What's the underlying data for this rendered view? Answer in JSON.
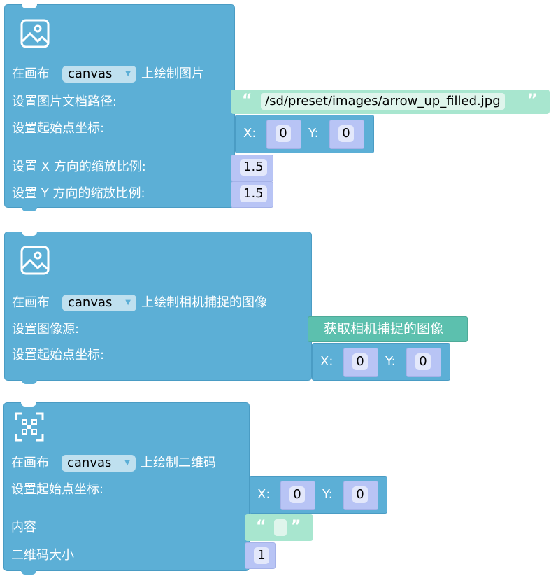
{
  "block1": {
    "icon": "image-icon",
    "prefix": "在画布",
    "canvas": "canvas",
    "suffix": "上绘制图片",
    "path_label": "设置图片文档路径:",
    "path_value": "/sd/preset/images/arrow_up_filled.jpg",
    "start_label": "设置起始点坐标:",
    "x_label": "X:",
    "x_value": "0",
    "y_label": "Y:",
    "y_value": "0",
    "scale_x_label": "设置 X 方向的缩放比例:",
    "scale_x_value": "1.5",
    "scale_y_label": "设置 Y 方向的缩放比例:",
    "scale_y_value": "1.5"
  },
  "block2": {
    "icon": "image-icon",
    "prefix": "在画布",
    "canvas": "canvas",
    "suffix": "上绘制相机捕捉的图像",
    "source_label": "设置图像源:",
    "source_value": "获取相机捕捉的图像",
    "start_label": "设置起始点坐标:",
    "x_label": "X:",
    "x_value": "0",
    "y_label": "Y:",
    "y_value": "0"
  },
  "block3": {
    "icon": "qrcode-icon",
    "prefix": "在画布",
    "canvas": "canvas",
    "suffix": "上绘制二维码",
    "start_label": "设置起始点坐标:",
    "x_label": "X:",
    "x_value": "0",
    "y_label": "Y:",
    "y_value": "0",
    "content_label": "内容",
    "content_value": "",
    "size_label": "二维码大小",
    "size_value": "1"
  },
  "quote_open": "“",
  "quote_close": "”",
  "colors": {
    "block": "#5cafd6",
    "text": "#a8e6cf",
    "number": "#b8c4f5",
    "camera": "#5cc0ae"
  }
}
